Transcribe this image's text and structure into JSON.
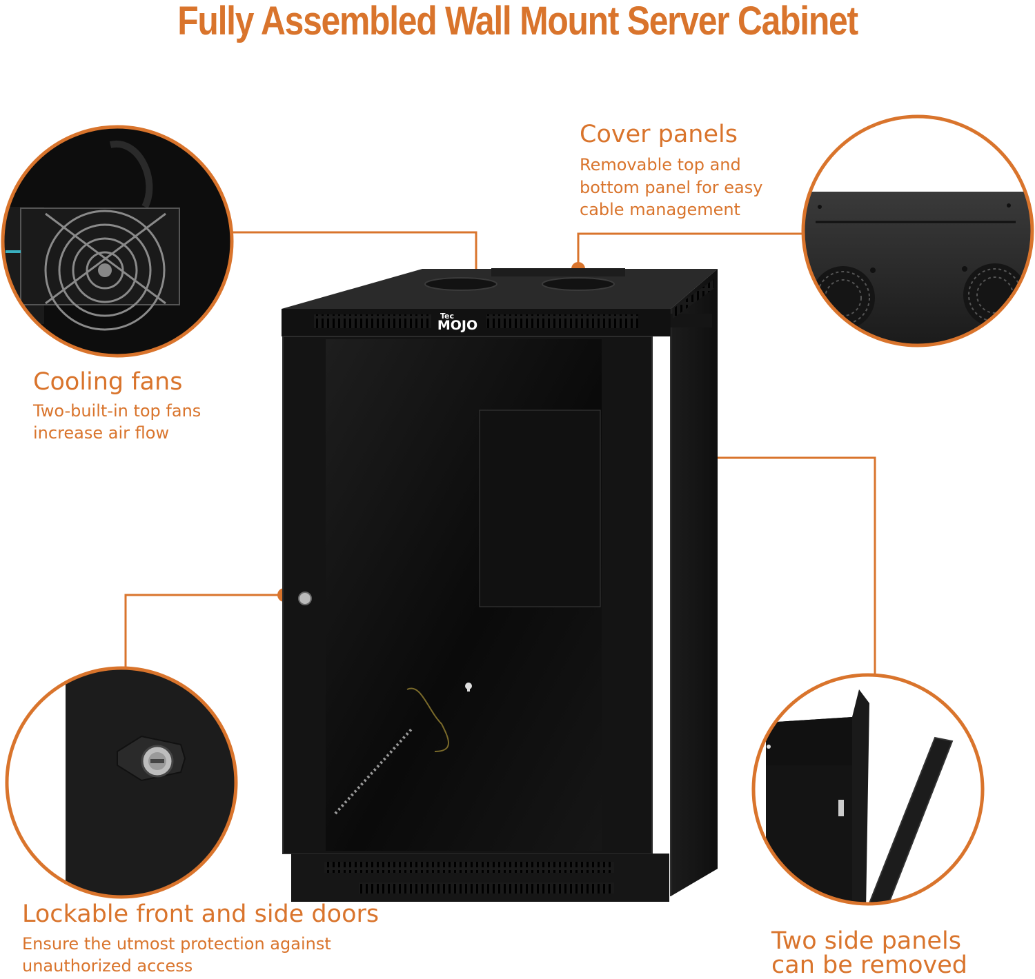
{
  "title": "Fully Assembled Wall Mount Server Cabinet",
  "brand": {
    "logo_small": "Tec",
    "logo_big": "MOJO"
  },
  "features": {
    "cooling": {
      "title": "Cooling fans",
      "desc_line1": "Two-built-in top fans",
      "desc_line2": "increase air flow"
    },
    "cover": {
      "title": "Cover panels",
      "desc_line1": "Removable top and",
      "desc_line2": "bottom panel for easy",
      "desc_line3": "cable management"
    },
    "lock": {
      "title": "Lockable front and side doors",
      "desc_line1": "Ensure the utmost protection against",
      "desc_line2": "unauthorized access"
    },
    "side": {
      "title_line1": "Two side panels",
      "title_line2": "can be removed"
    }
  },
  "colors": {
    "accent": "#d9742c",
    "cabinet": "#141414",
    "background": "#ffffff"
  }
}
